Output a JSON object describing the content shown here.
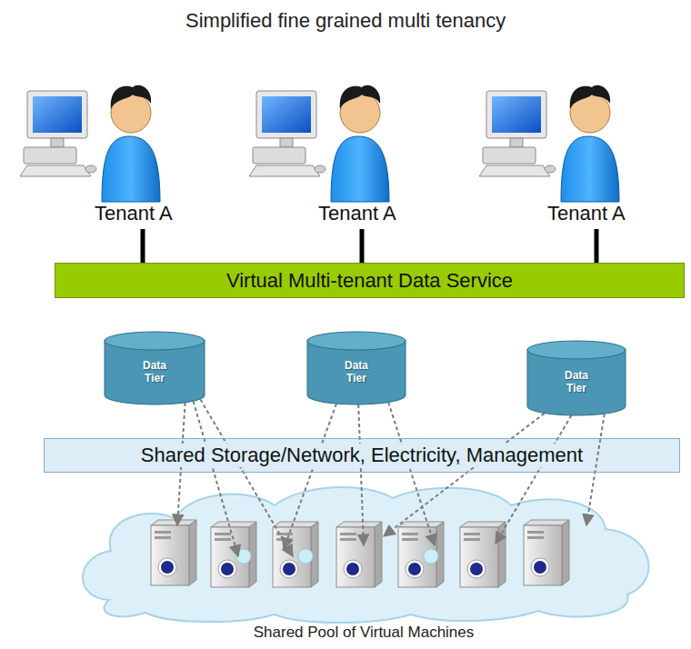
{
  "diagram": {
    "title": "Simplified fine grained multi tenancy",
    "nodes": [
      {
        "text": [
          "Virtual Multi-tenant Data Service"
        ]
      },
      {
        "text": [
          "Data Tier"
        ]
      },
      {
        "text": [
          "Data Tier"
        ]
      },
      {
        "text": [
          "Data Tier"
        ]
      },
      {
        "text": [
          "Shared Storage/Network, Electricity, Management"
        ]
      },
      {
        "text": [
          "Shared Pool of Virtual Machines"
        ]
      }
    ],
    "edges": [
      {
        "from": 1,
        "to": 5,
        "arrow": "to"
      },
      {
        "from": 1,
        "to": 5,
        "arrow": "to"
      },
      {
        "from": 1,
        "to": 5,
        "arrow": "to"
      },
      {
        "from": 2,
        "to": 5,
        "arrow": "to"
      },
      {
        "from": 2,
        "to": 5,
        "arrow": "to"
      },
      {
        "from": 2,
        "to": 5,
        "arrow": "to"
      },
      {
        "from": 3,
        "to": 5,
        "arrow": "to"
      },
      {
        "from": 3,
        "to": 5,
        "arrow": "to"
      },
      {
        "from": 3,
        "to": 5,
        "arrow": "to"
      }
    ],
    "labels": [
      "Tenant A",
      "Tenant A",
      "Tenant A"
    ]
  }
}
